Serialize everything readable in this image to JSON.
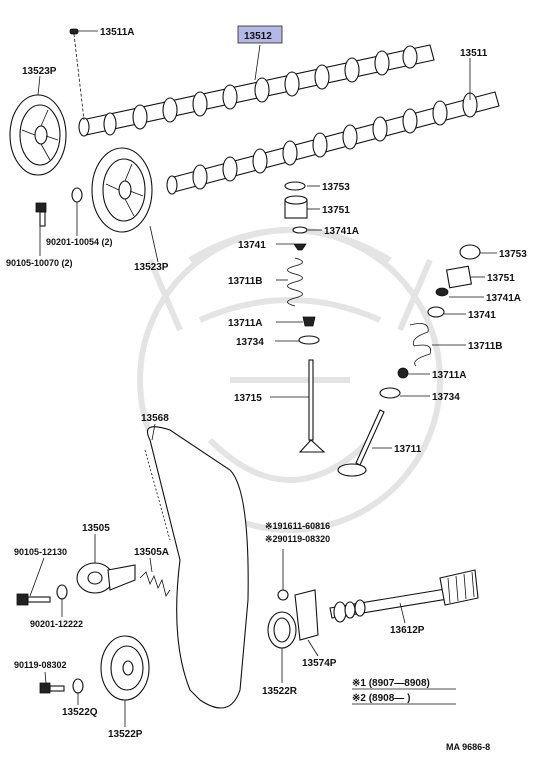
{
  "labels": {
    "p13511A": "13511A",
    "p13512": "13512",
    "p13511": "13511",
    "p13523P_top": "13523P",
    "p13523P_bot": "13523P",
    "p90105_10070": "90105-10070 (2)",
    "p90201_10054": "90201-10054 (2)",
    "p13753_a": "13753",
    "p13751_a": "13751",
    "p13741A_a": "13741A",
    "p13741_a": "13741",
    "p13711B_a": "13711B",
    "p13711A_a": "13711A",
    "p13734_a": "13734",
    "p13715": "13715",
    "p13753_b": "13753",
    "p13751_b": "13751",
    "p13741A_b": "13741A",
    "p13741_b": "13741",
    "p13711B_b": "13711B",
    "p13711A_b": "13711A",
    "p13734_b": "13734",
    "p13711": "13711",
    "p13568": "13568",
    "p13505": "13505",
    "p13505A": "13505A",
    "p90105_12130": "90105-12130",
    "p90201_12222": "90201-12222",
    "p90119_08302": "90119-08302",
    "p13522Q": "13522Q",
    "p13522P": "13522P",
    "p191611": "※191611-60816",
    "p290119": "※290119-08320",
    "p13612P": "13612P",
    "p13574P": "13574P",
    "p13522R": "13522R",
    "note1": "※1 (8907—8908)",
    "note2": "※2 (8908—        )",
    "catalog": "MA  9686-8"
  },
  "highlight_color": "#b4b8e6"
}
